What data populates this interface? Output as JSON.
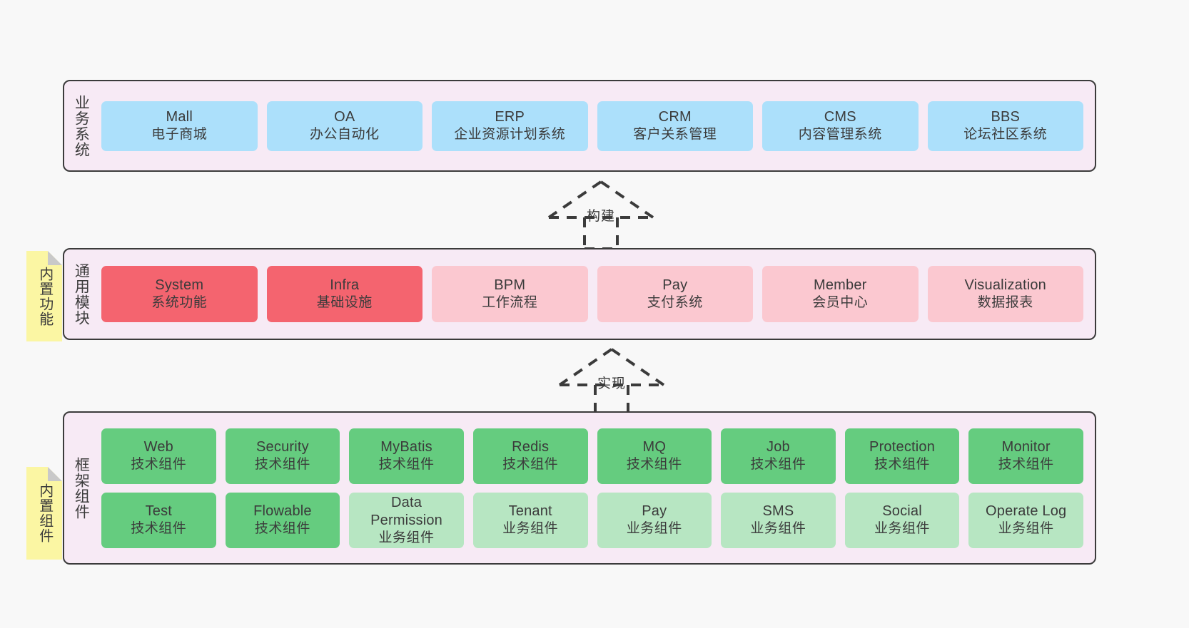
{
  "diagram": {
    "title": "ruoyi-vue-pro architecture layers",
    "colors": {
      "layer_bg": "#f7eaf5",
      "layer_border": "#3b3b3b",
      "business_card": "#ace0fb",
      "common_core_card": "#f4646f",
      "common_card": "#fbc8d0",
      "tech_component_card": "#65cc7f",
      "biz_component_card": "#b7e6c2",
      "note_bg": "#fbf6a3",
      "note_fold": "#c9c9c9",
      "text": "#3b3b3b",
      "page_bg": "#f8f8f8"
    }
  },
  "layers": [
    {
      "id": "business",
      "title": "业务系统",
      "rows": [
        {
          "cards": [
            {
              "en": "Mall",
              "cn": "电子商城",
              "style": "c-blue"
            },
            {
              "en": "OA",
              "cn": "办公自动化",
              "style": "c-blue"
            },
            {
              "en": "ERP",
              "cn": "企业资源计划系统",
              "style": "c-blue"
            },
            {
              "en": "CRM",
              "cn": "客户关系管理",
              "style": "c-blue"
            },
            {
              "en": "CMS",
              "cn": "内容管理系统",
              "style": "c-blue"
            },
            {
              "en": "BBS",
              "cn": "论坛社区系统",
              "style": "c-blue"
            }
          ]
        }
      ]
    },
    {
      "id": "common",
      "title": "通用模块",
      "rows": [
        {
          "cards": [
            {
              "en": "System",
              "cn": "系统功能",
              "style": "c-red"
            },
            {
              "en": "Infra",
              "cn": "基础设施",
              "style": "c-red"
            },
            {
              "en": "BPM",
              "cn": "工作流程",
              "style": "c-pink"
            },
            {
              "en": "Pay",
              "cn": "支付系统",
              "style": "c-pink"
            },
            {
              "en": "Member",
              "cn": "会员中心",
              "style": "c-pink"
            },
            {
              "en": "Visualization",
              "cn": "数据报表",
              "style": "c-pink"
            }
          ]
        }
      ]
    },
    {
      "id": "framework",
      "title": "框架组件",
      "rows": [
        {
          "cards": [
            {
              "en": "Web",
              "cn": "技术组件",
              "style": "c-green"
            },
            {
              "en": "Security",
              "cn": "技术组件",
              "style": "c-green"
            },
            {
              "en": "MyBatis",
              "cn": "技术组件",
              "style": "c-green"
            },
            {
              "en": "Redis",
              "cn": "技术组件",
              "style": "c-green"
            },
            {
              "en": "MQ",
              "cn": "技术组件",
              "style": "c-green"
            },
            {
              "en": "Job",
              "cn": "技术组件",
              "style": "c-green"
            },
            {
              "en": "Protection",
              "cn": "技术组件",
              "style": "c-green"
            },
            {
              "en": "Monitor",
              "cn": "技术组件",
              "style": "c-green"
            }
          ]
        },
        {
          "cards": [
            {
              "en": "Test",
              "cn": "技术组件",
              "style": "c-green"
            },
            {
              "en": "Flowable",
              "cn": "技术组件",
              "style": "c-green"
            },
            {
              "en": "Data Permission",
              "cn": "业务组件",
              "style": "c-green-light"
            },
            {
              "en": "Tenant",
              "cn": "业务组件",
              "style": "c-green-light"
            },
            {
              "en": "Pay",
              "cn": "业务组件",
              "style": "c-green-light"
            },
            {
              "en": "SMS",
              "cn": "业务组件",
              "style": "c-green-light"
            },
            {
              "en": "Social",
              "cn": "业务组件",
              "style": "c-green-light"
            },
            {
              "en": "Operate Log",
              "cn": "业务组件",
              "style": "c-green-light"
            }
          ]
        }
      ]
    }
  ],
  "notes": [
    {
      "id": "builtin-function",
      "label": "内置功能"
    },
    {
      "id": "builtin-component",
      "label": "内置组件"
    }
  ],
  "arrows": [
    {
      "id": "build",
      "label": "构建"
    },
    {
      "id": "realize",
      "label": "实现"
    }
  ]
}
